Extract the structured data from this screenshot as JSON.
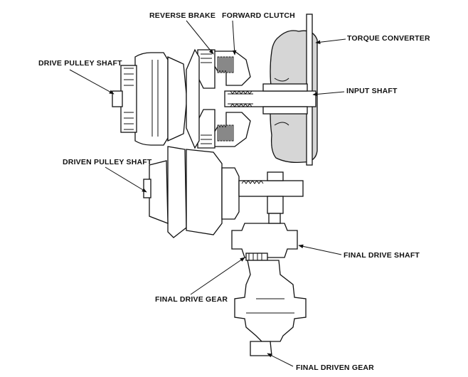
{
  "diagram": {
    "labels": {
      "reverse_brake": "REVERSE BRAKE",
      "forward_clutch": "FORWARD CLUTCH",
      "torque_converter": "TORQUE CONVERTER",
      "drive_pulley_shaft": "DRIVE PULLEY SHAFT",
      "input_shaft": "INPUT SHAFT",
      "driven_pulley_shaft": "DRIVEN PULLEY SHAFT",
      "final_drive_shaft": "FINAL DRIVE SHAFT",
      "final_drive_gear": "FINAL DRIVE GEAR",
      "final_driven_gear": "FINAL DRIVEN GEAR"
    },
    "colors": {
      "line": "#111111",
      "fill_torque_converter": "#d6d6d6",
      "background": "#ffffff"
    }
  }
}
